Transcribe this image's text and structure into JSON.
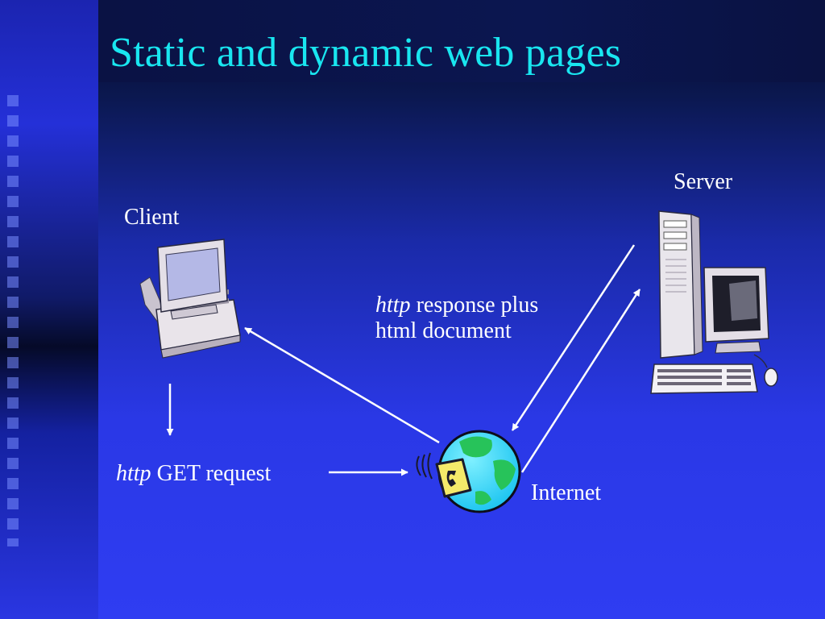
{
  "slide": {
    "title": "Static and dynamic web pages"
  },
  "labels": {
    "client": "Client",
    "server": "Server",
    "internet": "Internet",
    "get_protocol": "http",
    "get_text": "GET request",
    "response_protocol": "http",
    "response_text_1": "response plus",
    "response_text_2": "html document"
  },
  "icons": {
    "client": "desktop-computer-icon",
    "server": "server-tower-icon",
    "internet": "globe-phone-icon"
  },
  "colors": {
    "title": "#19e6f0",
    "text": "#ffffff",
    "arrows": "#ffffff"
  }
}
